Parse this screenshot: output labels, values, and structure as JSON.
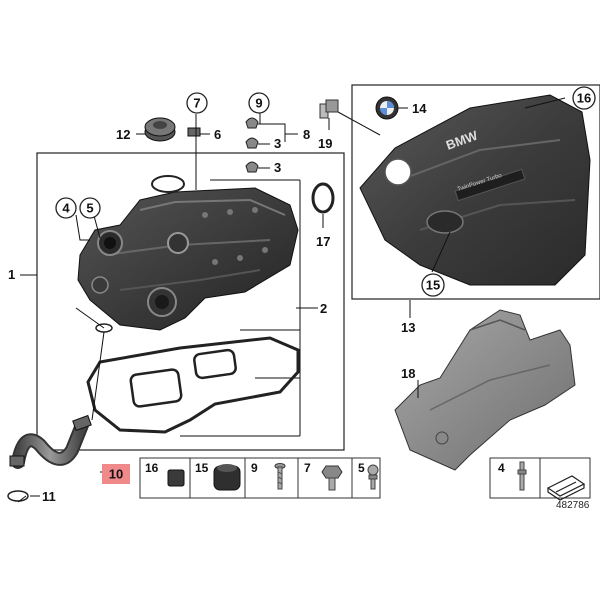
{
  "callouts": {
    "c1": "1",
    "c2": "2",
    "c3a": "3",
    "c3b": "3",
    "c4": "4",
    "c4b": "4",
    "c5": "5",
    "c5b": "5",
    "c6": "6",
    "c7": "7",
    "c7b": "7",
    "c8": "8",
    "c9": "9",
    "c9b": "9",
    "c10": "10",
    "c11": "11",
    "c12": "12",
    "c13": "13",
    "c14": "14",
    "c15": "15",
    "c15b": "15",
    "c16": "16",
    "c16b": "16",
    "c17": "17",
    "c18": "18",
    "c19": "19"
  },
  "cover_text": {
    "brand": "BMW",
    "badge": "TwinPower Turbo"
  },
  "diagram_ref": "482786",
  "colors": {
    "highlight": "#f08a8a",
    "part_dark": "#3a3a3a",
    "part_mid": "#6b6b6b",
    "part_light": "#9a9a9a"
  },
  "icons": {
    "arrow": "arrow-right-icon",
    "parts_row": [
      "grommet-icon",
      "damper-icon",
      "screw-icon",
      "hex-bolt-icon",
      "ball-stud-icon",
      "stud-icon"
    ]
  }
}
